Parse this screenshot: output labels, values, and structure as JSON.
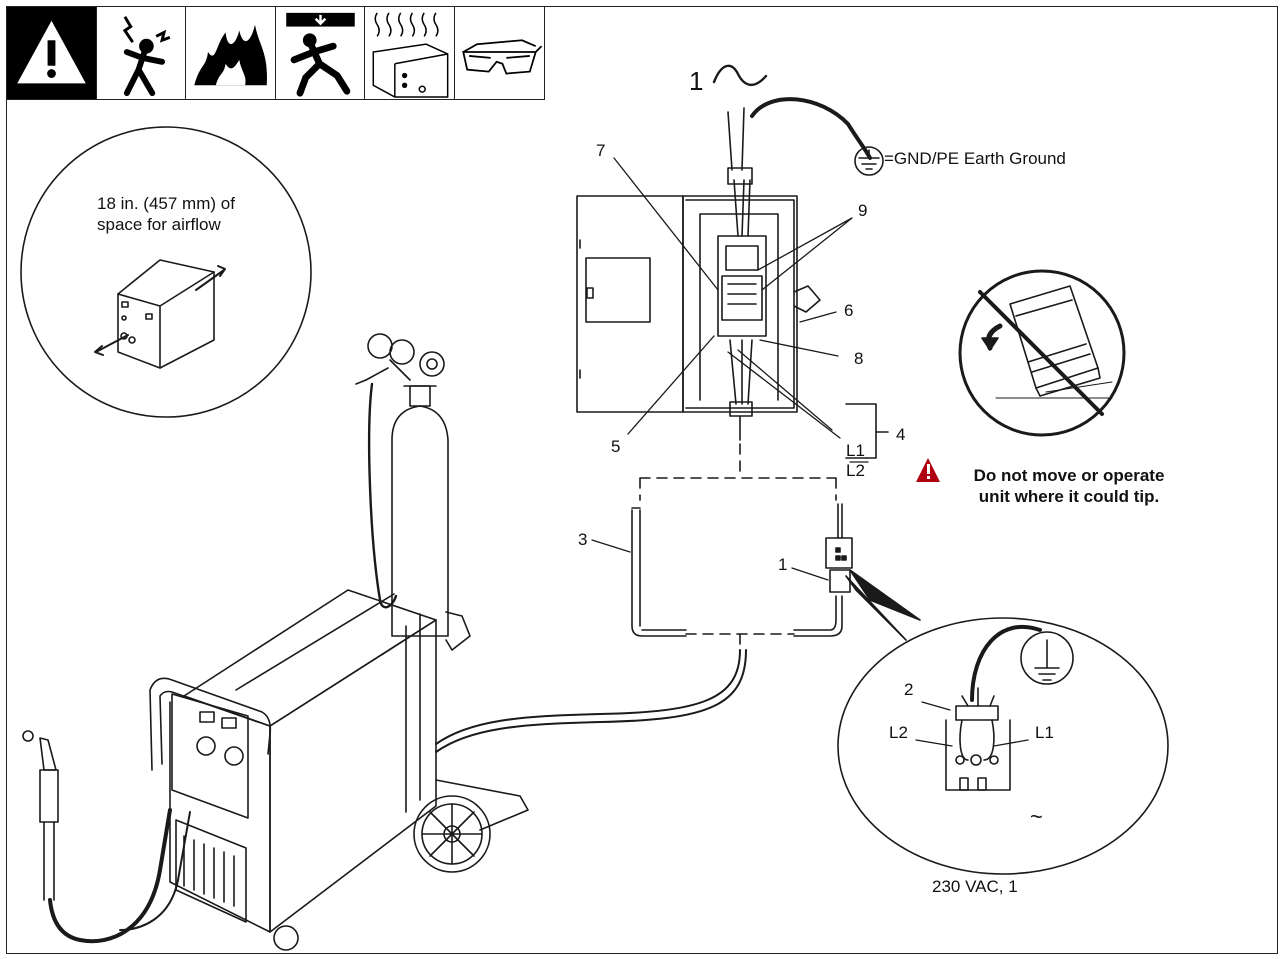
{
  "hazard_icons": [
    "warning-triangle-icon",
    "electric-shock-icon",
    "fire-icon",
    "falling-equipment-icon",
    "hot-parts-icon",
    "safety-glasses-icon"
  ],
  "callouts": {
    "airflow": "18 in. (457 mm) of\nspace for airflow",
    "power_symbol_number": "1",
    "ground": "=GND/PE Earth Ground",
    "item_7": "7",
    "item_9": "9",
    "item_6": "6",
    "item_8": "8",
    "item_5": "5",
    "item_4": "4",
    "item_3": "3",
    "item_1": "1",
    "item_2": "2",
    "l1_top": "L1",
    "l2_top": "L2",
    "l1": "L1",
    "l2": "L2",
    "warning": "Do not move or operate\nunit where it could tip.",
    "voltage": "230 VAC, 1",
    "tilde": "~"
  }
}
